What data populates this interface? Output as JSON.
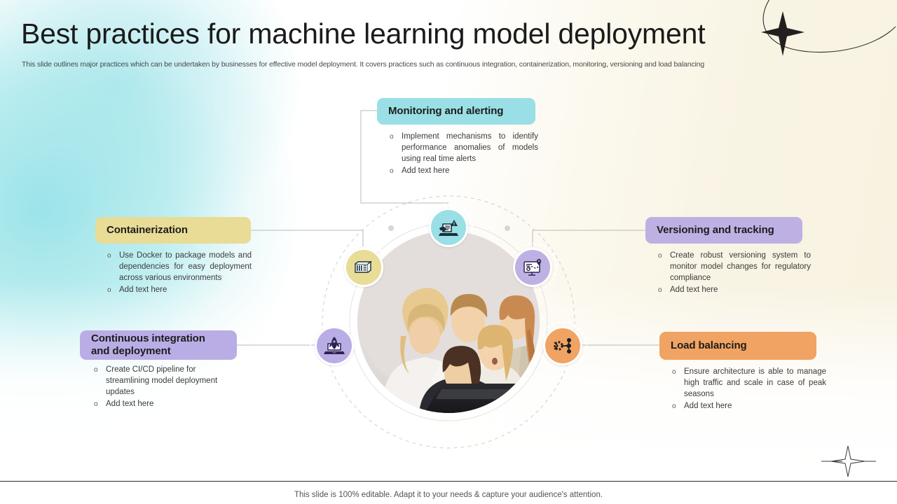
{
  "slide": {
    "title": "Best practices for machine learning model deployment",
    "subtitle": "This slide outlines major practices which can be undertaken by businesses for effective model deployment. It covers practices such as continuous integration, containerization, monitoring, versioning and load balancing",
    "footer_note": "This slide is 100% editable. Adapt it to your needs & capture your audience's attention.",
    "bullet_marker": "o"
  },
  "colors": {
    "monitoring": "#9ADFE5",
    "containerization": "#E8DC96",
    "versioning": "#BFB0E4",
    "cicd": "#BAADE6",
    "load_balancing": "#F0A362",
    "connector_line": "#b9b9b9",
    "title_text": "#1b1b1b",
    "body_text": "#3b3b3b"
  },
  "nodes": [
    {
      "id": "monitoring",
      "label": "Monitoring and alerting",
      "icon": "laptop-alert-icon",
      "bullets": [
        "Implement mechanisms to identify performance anomalies of models using real time alerts",
        "Add text here"
      ]
    },
    {
      "id": "containerization",
      "label": "Containerization",
      "icon": "server-rack-icon",
      "bullets": [
        "Use Docker to package models and dependencies for easy deployment across various environments",
        "Add text here"
      ]
    },
    {
      "id": "versioning",
      "label": "Versioning and tracking",
      "icon": "monitor-tracking-icon",
      "bullets": [
        "Create robust versioning system to monitor model changes for regulatory compliance",
        "Add text here"
      ]
    },
    {
      "id": "cicd",
      "label": "Continuous integration and deployment",
      "icon": "laptop-rocket-icon",
      "bullets": [
        "Create CI/CD pipeline for streamlining model deployment updates",
        "Add text here"
      ]
    },
    {
      "id": "load_balancing",
      "label": "Load balancing",
      "icon": "network-nodes-icon",
      "bullets": [
        "Ensure architecture is able to manage high traffic and scale in case of peak seasons",
        "Add text here"
      ]
    }
  ]
}
